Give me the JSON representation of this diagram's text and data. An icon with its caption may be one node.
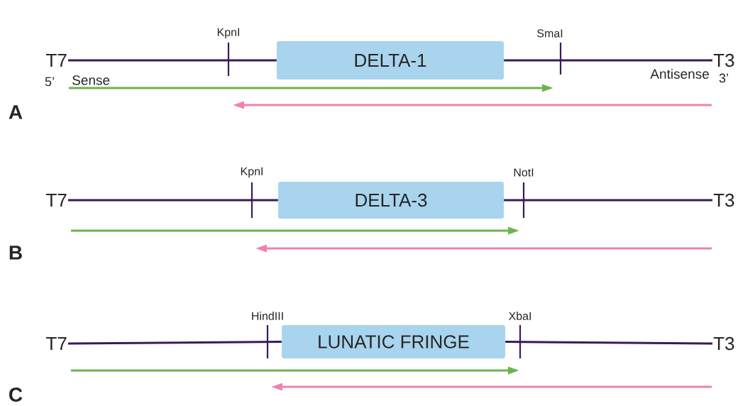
{
  "diagram": {
    "nodes": [
      {
        "text": [
          "T7"
        ]
      },
      {
        "text": [
          "DELTA-1"
        ]
      },
      {
        "text": [
          "T3"
        ]
      },
      {
        "text": [
          "T7"
        ]
      },
      {
        "text": [
          "DELTA-3"
        ]
      },
      {
        "text": [
          "T3"
        ]
      },
      {
        "text": [
          "T7"
        ]
      },
      {
        "text": [
          "LUNATIC FRINGE"
        ]
      },
      {
        "text": [
          "T3"
        ]
      }
    ],
    "edges": [
      {
        "from": 0,
        "to": 1,
        "arrow": "none"
      },
      {
        "from": 1,
        "to": 2,
        "arrow": "none"
      },
      {
        "from": 3,
        "to": 4,
        "arrow": "none"
      },
      {
        "from": 4,
        "to": 5,
        "arrow": "none"
      },
      {
        "from": 6,
        "to": 7,
        "arrow": "none"
      },
      {
        "from": 7,
        "to": 8,
        "arrow": "none"
      }
    ],
    "labels": [
      "KpnI",
      "SmaI",
      "5’",
      "Sense",
      "3’",
      "Antisense",
      "A",
      "KpnI",
      "NotI",
      "B",
      "HindIII",
      "XbaI",
      "C"
    ]
  }
}
